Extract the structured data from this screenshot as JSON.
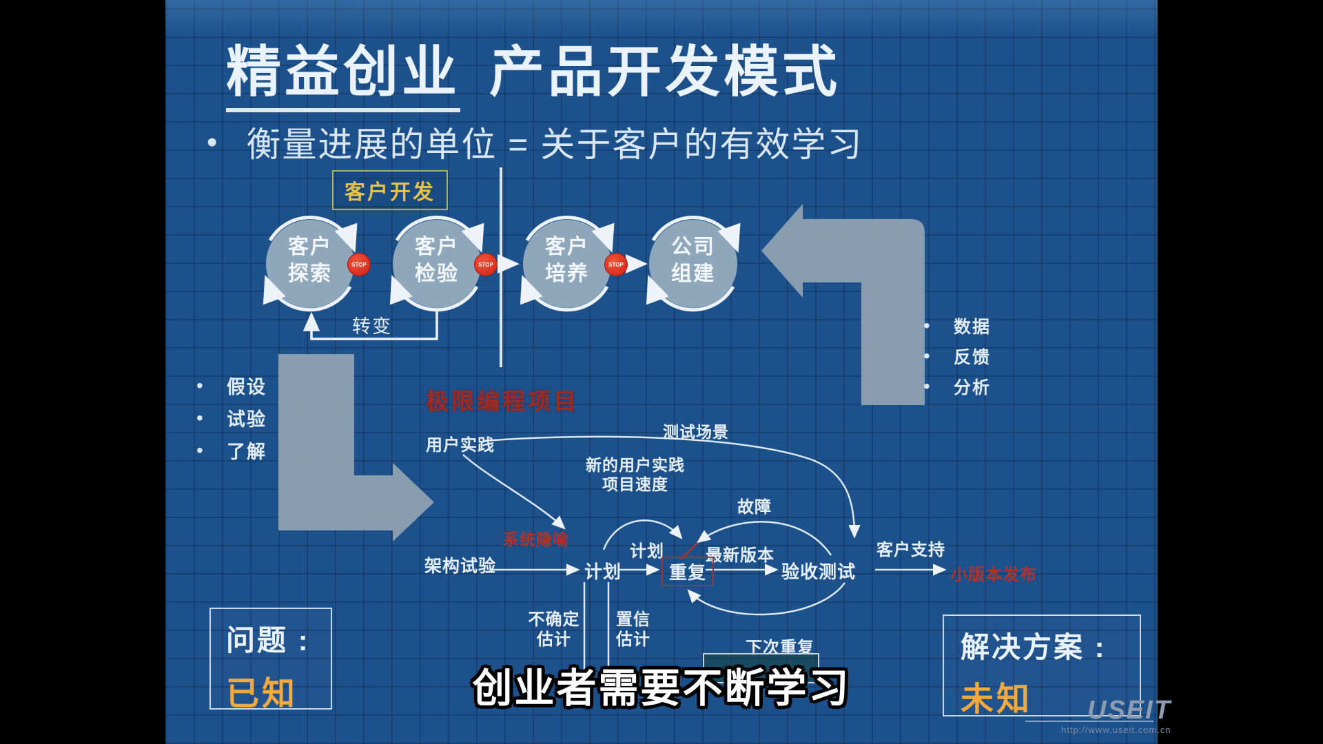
{
  "frame": {
    "title_underlined": "精益创业",
    "title_rest": "产品开发模式",
    "bullet_text": "衡量进展的单位 = 关于客户的有效学习",
    "subtitle": "创业者需要不断学习"
  },
  "ui": {
    "bullet_char": "•"
  },
  "customer_dev": {
    "tag": "客户开发",
    "circles": [
      {
        "label": "客户\n探索"
      },
      {
        "label": "客户\n检验"
      },
      {
        "label": "客户\n培养"
      },
      {
        "label": "公司\n组建"
      }
    ],
    "stop": "STOP",
    "pivot_label": "转变",
    "left_items": [
      "假设",
      "试验",
      "了解"
    ],
    "right_items": [
      "数据",
      "反馈",
      "分析"
    ]
  },
  "xp": {
    "heading": "极限编程项目",
    "user_practice": "用户实践",
    "test_scenario": "测试场景",
    "new_user_practice": "新的用户实践\n项目速度",
    "fault": "故障",
    "plan_small": "计划",
    "latest_version": "最新版本",
    "architecture_test": "架构试验",
    "system_metaphor": "系统隐喻",
    "plan": "计划",
    "iterate": "重复",
    "acceptance_test": "验收测试",
    "customer_support": "客户支持",
    "small_release": "小版本发布",
    "uncertain_estimate": "不确定\n估计",
    "confidence_estimate": "置信\n估计",
    "next_iteration": "下次重复"
  },
  "problem_box": {
    "label": "问题 :",
    "value": "已知"
  },
  "solution_box": {
    "label": "解决方案 :",
    "value": "未知"
  },
  "watermark": {
    "logo": "USEIT",
    "url": "http://www.useit.com.cn"
  },
  "colors": {
    "slide_bg": "#1d518c",
    "accent_gold": "#f2a93e",
    "diagram_red": "#b23229",
    "circle_fill": "#8ca5b9",
    "gray_arrow": "#91a5b3"
  }
}
